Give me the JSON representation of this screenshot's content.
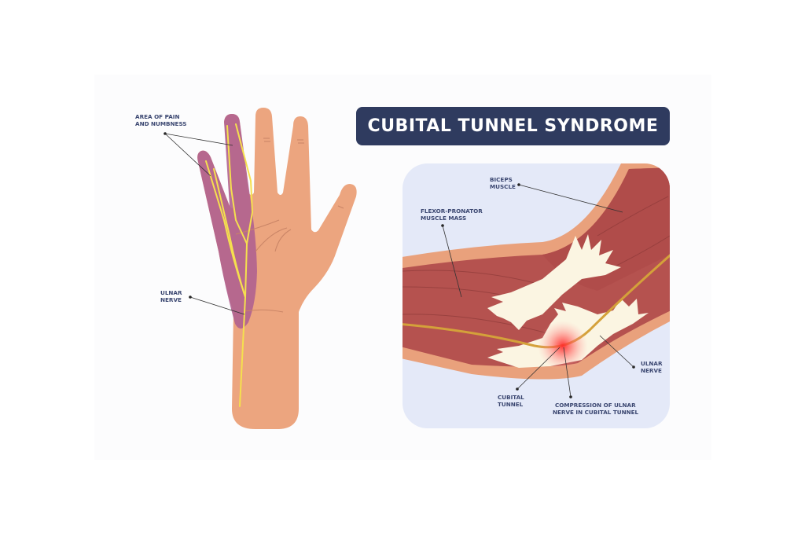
{
  "title": "CUBITAL TUNNEL SYNDROME",
  "hand_labels": {
    "pain": [
      "AREA OF PAIN",
      "AND NUMBNESS"
    ],
    "ulnar": [
      "ULNAR",
      "NERVE"
    ]
  },
  "elbow_labels": {
    "biceps": [
      "BICEPS",
      "MUSCLE"
    ],
    "flexor": [
      "FLEXOR-PRONATOR",
      "MUSCLE  MASS"
    ],
    "ulnar": [
      "ULNAR",
      "NERVE"
    ],
    "cubital": [
      "CUBITAL",
      "TUNNEL"
    ],
    "compression": [
      "COMPRESSION OF ULNAR",
      "NERVE IN CUBITAL TUNNEL"
    ]
  },
  "colors": {
    "title_bg": "#2f3b5f",
    "skin": "#eca57f",
    "affected": "#b06290",
    "nerve": "#f5e04e",
    "muscle": "#b5524f",
    "tendon": "#fbf5e2",
    "panel": "#e4e9f8"
  }
}
